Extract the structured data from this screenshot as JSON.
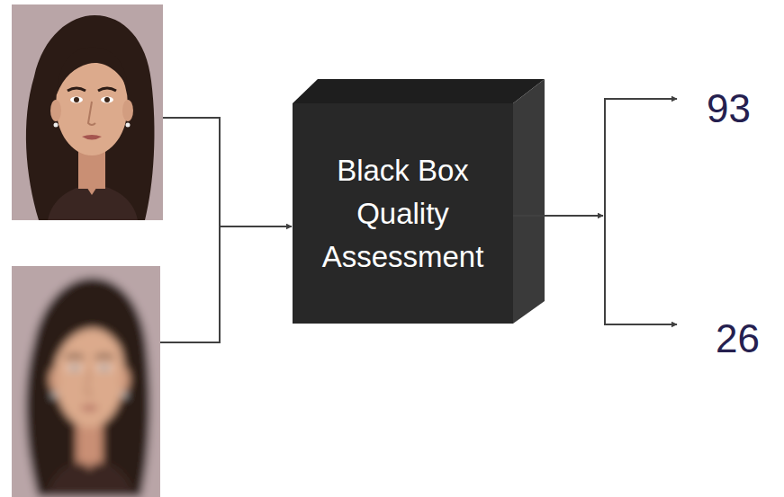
{
  "diagram": {
    "nodes": [
      {
        "text": [
          "Black Box Quality Assessment"
        ]
      }
    ],
    "labels": [
      "93",
      "26"
    ]
  }
}
